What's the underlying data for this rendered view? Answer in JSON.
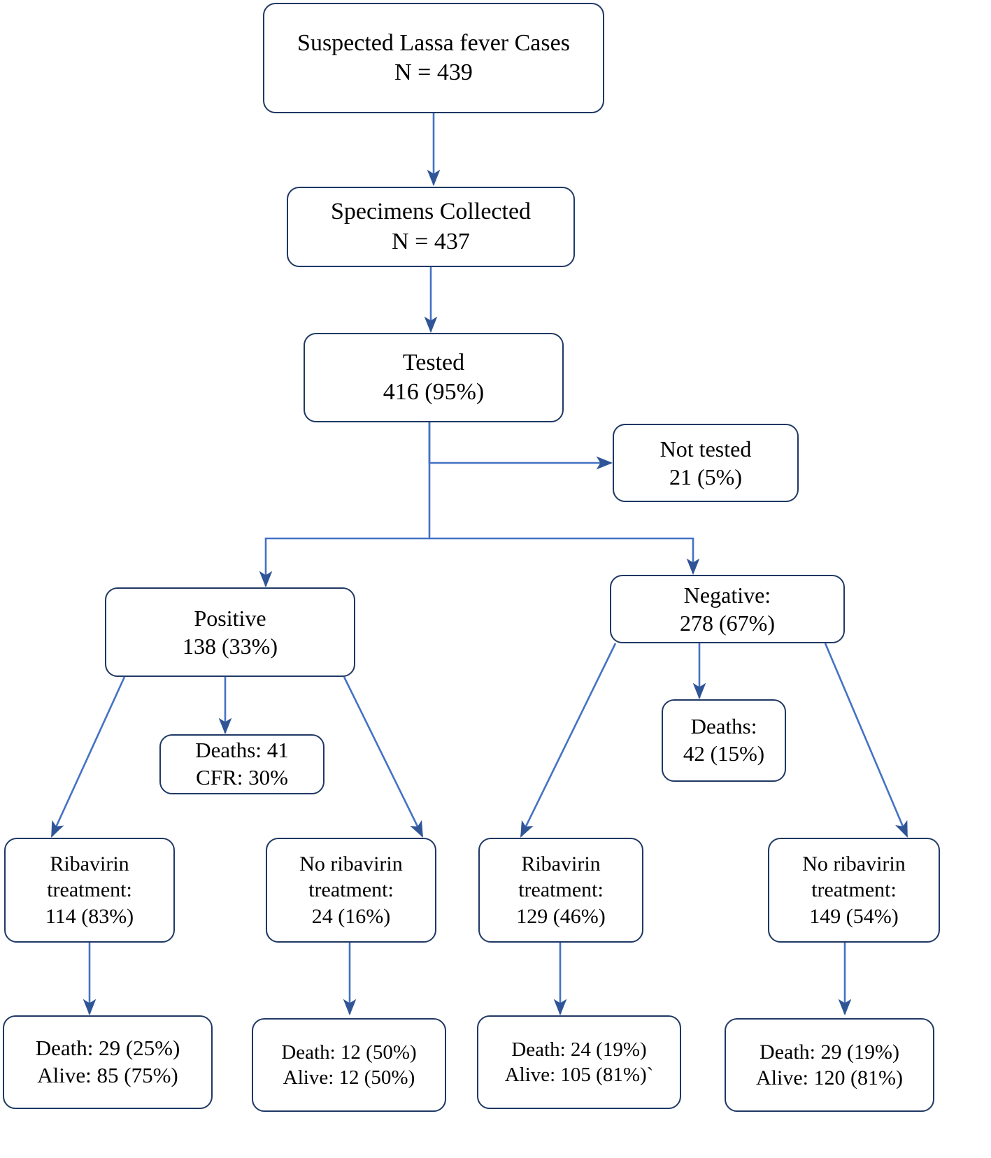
{
  "diagram": {
    "title": "Lassa fever suspected case flow",
    "accent_color": "#4472c4",
    "border_color": "#1f3864",
    "background_color": "#ffffff",
    "text_color": "#000000"
  },
  "nodes": {
    "suspected": {
      "name": "suspected-cases",
      "line1": "Suspected Lassa fever Cases",
      "line2": "N = 439"
    },
    "specimens": {
      "name": "specimens-collected",
      "line1": "Specimens Collected",
      "line2": "N = 437"
    },
    "tested": {
      "name": "tested",
      "line1": "Tested",
      "line2": "416 (95%)"
    },
    "not_tested": {
      "name": "not-tested",
      "line1": "Not tested",
      "line2": "21 (5%)"
    },
    "positive": {
      "name": "positive",
      "line1": "Positive",
      "line2": "138 (33%)"
    },
    "negative": {
      "name": "negative",
      "line1": "Negative:",
      "line2": "278 (67%)"
    },
    "positive_deaths": {
      "name": "positive-deaths",
      "line1": "Deaths:  41",
      "line2": "CFR:  30%"
    },
    "negative_deaths": {
      "name": "negative-deaths",
      "line1": "Deaths:",
      "line2": "42 (15%)"
    },
    "pos_ribavirin": {
      "name": "positive-ribavirin-treatment",
      "line1": "Ribavirin",
      "line2": "treatment:",
      "line3": "114 (83%)"
    },
    "pos_no_ribavirin": {
      "name": "positive-no-ribavirin-treatment",
      "line1": "No ribavirin",
      "line2": "treatment:",
      "line3": "24 (16%)"
    },
    "neg_ribavirin": {
      "name": "negative-ribavirin-treatment",
      "line1": "Ribavirin",
      "line2": "treatment:",
      "line3": "129 (46%)"
    },
    "neg_no_ribavirin": {
      "name": "negative-no-ribavirin-treatment",
      "line1": "No ribavirin",
      "line2": "treatment:",
      "line3": "149 (54%)"
    },
    "pos_rib_outcome": {
      "name": "positive-ribavirin-outcome",
      "line1": "Death: 29 (25%)",
      "line2": "Alive: 85 (75%)"
    },
    "pos_norib_outcome": {
      "name": "positive-no-ribavirin-outcome",
      "line1": "Death: 12 (50%)",
      "line2": "Alive: 12 (50%)"
    },
    "neg_rib_outcome": {
      "name": "negative-ribavirin-outcome",
      "line1": "Death: 24 (19%)",
      "line2": "Alive: 105 (81%)`"
    },
    "neg_norib_outcome": {
      "name": "negative-no-ribavirin-outcome",
      "line1": "Death: 29 (19%)",
      "line2": "Alive: 120 (81%)"
    }
  },
  "chart_data": {
    "type": "diagram",
    "flow": "flowchart",
    "title": "Lassa fever suspected case cascade",
    "nodes": [
      {
        "id": "suspected",
        "label": "Suspected Lassa fever Cases",
        "n": 439
      },
      {
        "id": "specimens",
        "label": "Specimens Collected",
        "n": 437
      },
      {
        "id": "tested",
        "label": "Tested",
        "n": 416,
        "pct": 95
      },
      {
        "id": "not_tested",
        "label": "Not tested",
        "n": 21,
        "pct": 5
      },
      {
        "id": "positive",
        "label": "Positive",
        "n": 138,
        "pct": 33
      },
      {
        "id": "negative",
        "label": "Negative",
        "n": 278,
        "pct": 67
      },
      {
        "id": "positive_deaths",
        "label": "Deaths",
        "n": 41,
        "cfr_pct": 30
      },
      {
        "id": "negative_deaths",
        "label": "Deaths",
        "n": 42,
        "pct": 15
      },
      {
        "id": "pos_ribavirin",
        "label": "Ribavirin treatment",
        "n": 114,
        "pct": 83
      },
      {
        "id": "pos_no_ribavirin",
        "label": "No ribavirin treatment",
        "n": 24,
        "pct": 16
      },
      {
        "id": "neg_ribavirin",
        "label": "Ribavirin treatment",
        "n": 129,
        "pct": 46
      },
      {
        "id": "neg_no_ribavirin",
        "label": "No ribavirin treatment",
        "n": 149,
        "pct": 54
      },
      {
        "id": "pos_rib_outcome",
        "death": 29,
        "death_pct": 25,
        "alive": 85,
        "alive_pct": 75
      },
      {
        "id": "pos_norib_outcome",
        "death": 12,
        "death_pct": 50,
        "alive": 12,
        "alive_pct": 50
      },
      {
        "id": "neg_rib_outcome",
        "death": 24,
        "death_pct": 19,
        "alive": 105,
        "alive_pct": 81
      },
      {
        "id": "neg_norib_outcome",
        "death": 29,
        "death_pct": 19,
        "alive": 120,
        "alive_pct": 81
      }
    ],
    "edges": [
      [
        "suspected",
        "specimens"
      ],
      [
        "specimens",
        "tested"
      ],
      [
        "tested",
        "not_tested"
      ],
      [
        "tested",
        "positive"
      ],
      [
        "tested",
        "negative"
      ],
      [
        "positive",
        "positive_deaths"
      ],
      [
        "positive",
        "pos_ribavirin"
      ],
      [
        "positive",
        "pos_no_ribavirin"
      ],
      [
        "negative",
        "negative_deaths"
      ],
      [
        "negative",
        "neg_ribavirin"
      ],
      [
        "negative",
        "neg_no_ribavirin"
      ],
      [
        "pos_ribavirin",
        "pos_rib_outcome"
      ],
      [
        "pos_no_ribavirin",
        "pos_norib_outcome"
      ],
      [
        "neg_ribavirin",
        "neg_rib_outcome"
      ],
      [
        "neg_no_ribavirin",
        "neg_norib_outcome"
      ]
    ]
  }
}
